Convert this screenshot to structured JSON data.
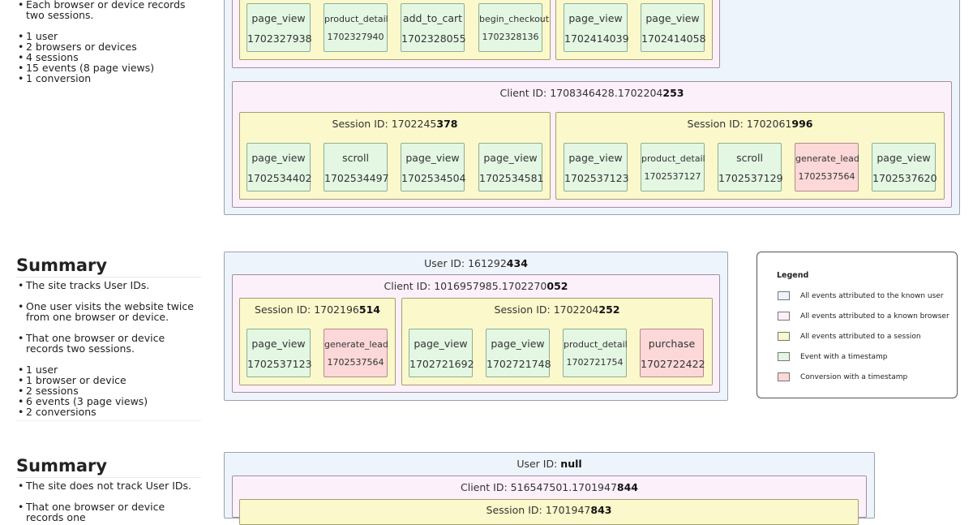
{
  "summaries": [
    {
      "heading": "",
      "bullets": [
        {
          "text": "Each browser or device records two sessions.",
          "gap": false
        },
        {
          "text": "1 user",
          "gap": true
        },
        {
          "text": "2 browsers or devices",
          "gap": false
        },
        {
          "text": "4 sessions",
          "gap": false
        },
        {
          "text": "15 events (8 page views)",
          "gap": false
        },
        {
          "text": "1 conversion",
          "gap": false
        }
      ]
    },
    {
      "heading": "Summary",
      "bullets": [
        {
          "text": "The site tracks User IDs.",
          "gap": false
        },
        {
          "text": "One user visits the website twice from one browser or device.",
          "gap": true
        },
        {
          "text": "That one browser or device records two sessions.",
          "gap": true
        },
        {
          "text": "1 user",
          "gap": true
        },
        {
          "text": "1 browser or device",
          "gap": false
        },
        {
          "text": "2 sessions",
          "gap": false
        },
        {
          "text": "6 events (3 page views)",
          "gap": false
        },
        {
          "text": "2 conversions",
          "gap": false
        }
      ]
    },
    {
      "heading": "Summary",
      "bullets": [
        {
          "text": "The site does not track User IDs.",
          "gap": false
        },
        {
          "text": "That one browser or device records one",
          "gap": true
        }
      ]
    }
  ],
  "diagram1": {
    "client_a": {
      "sessions": [
        {
          "events": [
            {
              "name": "page_view",
              "ts": "1702327938",
              "small": false,
              "conversion": false
            },
            {
              "name": "product_detail",
              "ts": "1702327940",
              "small": true,
              "conversion": false
            },
            {
              "name": "add_to_cart",
              "ts": "1702328055",
              "small": false,
              "conversion": false
            },
            {
              "name": "begin_checkout",
              "ts": "1702328136",
              "small": true,
              "conversion": false
            }
          ]
        },
        {
          "events": [
            {
              "name": "page_view",
              "ts": "1702414039",
              "small": false,
              "conversion": false
            },
            {
              "name": "page_view",
              "ts": "1702414058",
              "small": false,
              "conversion": false
            }
          ]
        }
      ]
    },
    "client_b": {
      "label_prefix": "Client ID: ",
      "label_plain": "1708346428.1702204",
      "label_bold": "253",
      "sessions": [
        {
          "label_prefix": "Session ID: ",
          "label_plain": "1702245",
          "label_bold": "378",
          "events": [
            {
              "name": "page_view",
              "ts": "1702534402",
              "small": false,
              "conversion": false
            },
            {
              "name": "scroll",
              "ts": "1702534497",
              "small": false,
              "conversion": false
            },
            {
              "name": "page_view",
              "ts": "1702534504",
              "small": false,
              "conversion": false
            },
            {
              "name": "page_view",
              "ts": "1702534581",
              "small": false,
              "conversion": false
            }
          ]
        },
        {
          "label_prefix": "Session ID: ",
          "label_plain": "1702061",
          "label_bold": "996",
          "events": [
            {
              "name": "page_view",
              "ts": "1702537123",
              "small": false,
              "conversion": false
            },
            {
              "name": "product_detail",
              "ts": "1702537127",
              "small": true,
              "conversion": false
            },
            {
              "name": "scroll",
              "ts": "1702537129",
              "small": false,
              "conversion": false
            },
            {
              "name": "generate_lead",
              "ts": "1702537564",
              "small": true,
              "conversion": true
            },
            {
              "name": "page_view",
              "ts": "1702537620",
              "small": false,
              "conversion": false
            }
          ]
        }
      ]
    }
  },
  "diagram2": {
    "user": {
      "label_prefix": "User ID: ",
      "label_plain": "161292",
      "label_bold": "434"
    },
    "client": {
      "label_prefix": "Client ID: ",
      "label_plain": "1016957985.1702270",
      "label_bold": "052"
    },
    "sessions": [
      {
        "label_prefix": "Session ID: ",
        "label_plain": "1702196",
        "label_bold": "514",
        "events": [
          {
            "name": "page_view",
            "ts": "1702537123",
            "small": false,
            "conversion": false
          },
          {
            "name": "generate_lead",
            "ts": "1702537564",
            "small": true,
            "conversion": true
          }
        ]
      },
      {
        "label_prefix": "Session ID: ",
        "label_plain": "1702204",
        "label_bold": "252",
        "events": [
          {
            "name": "page_view",
            "ts": "1702721692",
            "small": false,
            "conversion": false
          },
          {
            "name": "page_view",
            "ts": "1702721748",
            "small": false,
            "conversion": false
          },
          {
            "name": "product_detail",
            "ts": "1702721754",
            "small": true,
            "conversion": false
          },
          {
            "name": "purchase",
            "ts": "1702722422",
            "small": false,
            "conversion": true
          }
        ]
      }
    ]
  },
  "diagram3": {
    "user": {
      "label_prefix": "User ID: ",
      "label_plain": "",
      "label_bold": "null"
    },
    "client": {
      "label_prefix": "Client ID: ",
      "label_plain": "516547501.1701947",
      "label_bold": "844"
    },
    "session": {
      "label_prefix": "Session ID: ",
      "label_plain": "1701947",
      "label_bold": "843"
    }
  },
  "legend": {
    "title": "Legend",
    "items": [
      {
        "text": "All events attributed to the known user",
        "color": "#eef4fb"
      },
      {
        "text": "All events attributed to a known browser",
        "color": "#fcf0fb"
      },
      {
        "text": "All events attributed to a session",
        "color": "#fbf8cb"
      },
      {
        "text": "Event with a timestamp",
        "color": "#e3f7e3"
      },
      {
        "text": "Conversion with a timestamp",
        "color": "#fcd8d8"
      }
    ]
  }
}
